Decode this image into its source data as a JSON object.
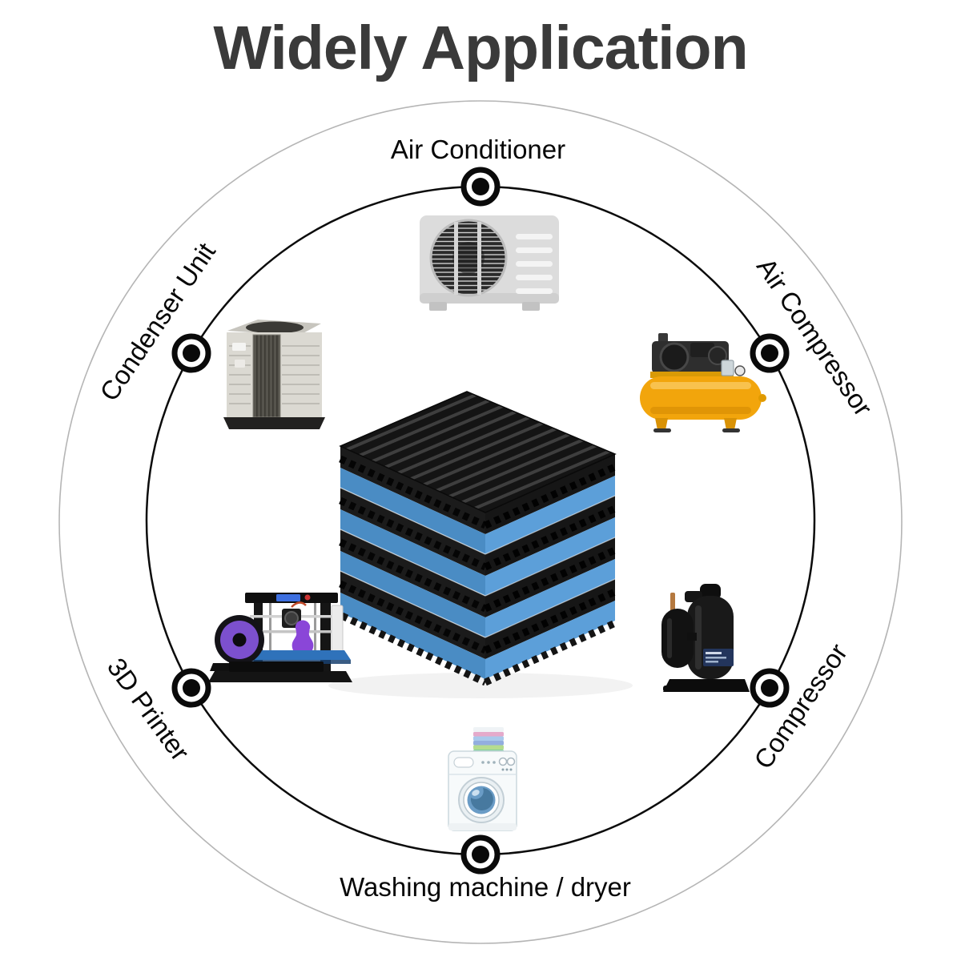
{
  "title": "Widely Application",
  "nodes": [
    {
      "label": "Air Conditioner",
      "icon": "air-conditioner-icon"
    },
    {
      "label": "Air Compressor",
      "icon": "air-compressor-icon"
    },
    {
      "label": "Compressor",
      "icon": "compressor-icon"
    },
    {
      "label": "Washing machine / dryer",
      "icon": "washing-machine-icon"
    },
    {
      "label": "3D Printer",
      "icon": "3d-printer-icon"
    },
    {
      "label": "Condenser Unit",
      "icon": "condenser-unit-icon"
    }
  ],
  "center_product_icon": "anti-vibration-pad-stack-icon",
  "colors": {
    "title_gray": "#3a3a3a",
    "label_black": "#070707",
    "ring_black": "#0b0b0b",
    "ring_gray": "#b5b5b5",
    "pad_rubber_black": "#161616",
    "pad_foam_blue_left": "#4a8cc4",
    "pad_foam_blue_right": "#5c9fd9",
    "compressor_tank_yellow": "#f2a50c",
    "printer_filament_purple": "#7c50ce",
    "washer_door_blue": "#6a9cc6"
  }
}
